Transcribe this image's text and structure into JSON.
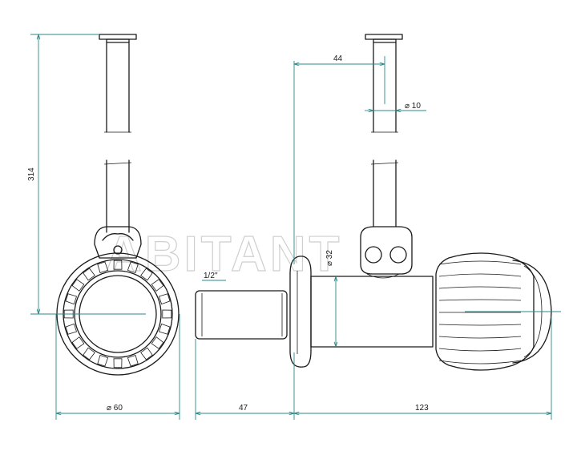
{
  "dimensions": {
    "height": "314",
    "pipe_offset": "44",
    "pipe_diameter": "⌀ 10",
    "body_diameter": "⌀ 32",
    "thread": "1/2''",
    "knob_diameter": "⌀ 60",
    "inlet_length": "47",
    "outlet_length": "123"
  },
  "watermark": "ABITANT",
  "colors": {
    "dimension_line": "#2a8a8a",
    "outline": "#1a1a1a",
    "watermark": "#cfcfcf"
  }
}
